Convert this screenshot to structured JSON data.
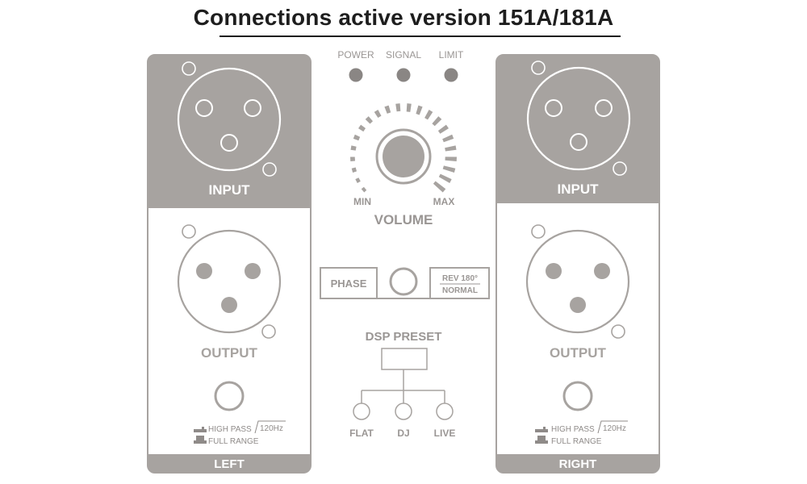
{
  "header": {
    "title": "Connections active version 151A/181A"
  },
  "colors": {
    "panel_gray": "#a7a3a0",
    "text_gray": "#9a9694",
    "white": "#ffffff"
  },
  "left_module": {
    "input_label": "INPUT",
    "output_label": "OUTPUT",
    "footer_label": "LEFT",
    "switch_high_pass": "HIGH PASS",
    "switch_freq": "120Hz",
    "switch_full_range": "FULL RANGE"
  },
  "right_module": {
    "input_label": "INPUT",
    "output_label": "OUTPUT",
    "footer_label": "RIGHT",
    "switch_high_pass": "HIGH PASS",
    "switch_freq": "120Hz",
    "switch_full_range": "FULL RANGE"
  },
  "center": {
    "leds": [
      "POWER",
      "SIGNAL",
      "LIMIT"
    ],
    "volume_min": "MIN",
    "volume_max": "MAX",
    "volume_label": "VOLUME",
    "phase_label": "PHASE",
    "phase_rev": "REV 180°",
    "phase_normal": "NORMAL",
    "dsp_label": "DSP PRESET",
    "dsp_options": [
      "FLAT",
      "DJ",
      "LIVE"
    ]
  }
}
